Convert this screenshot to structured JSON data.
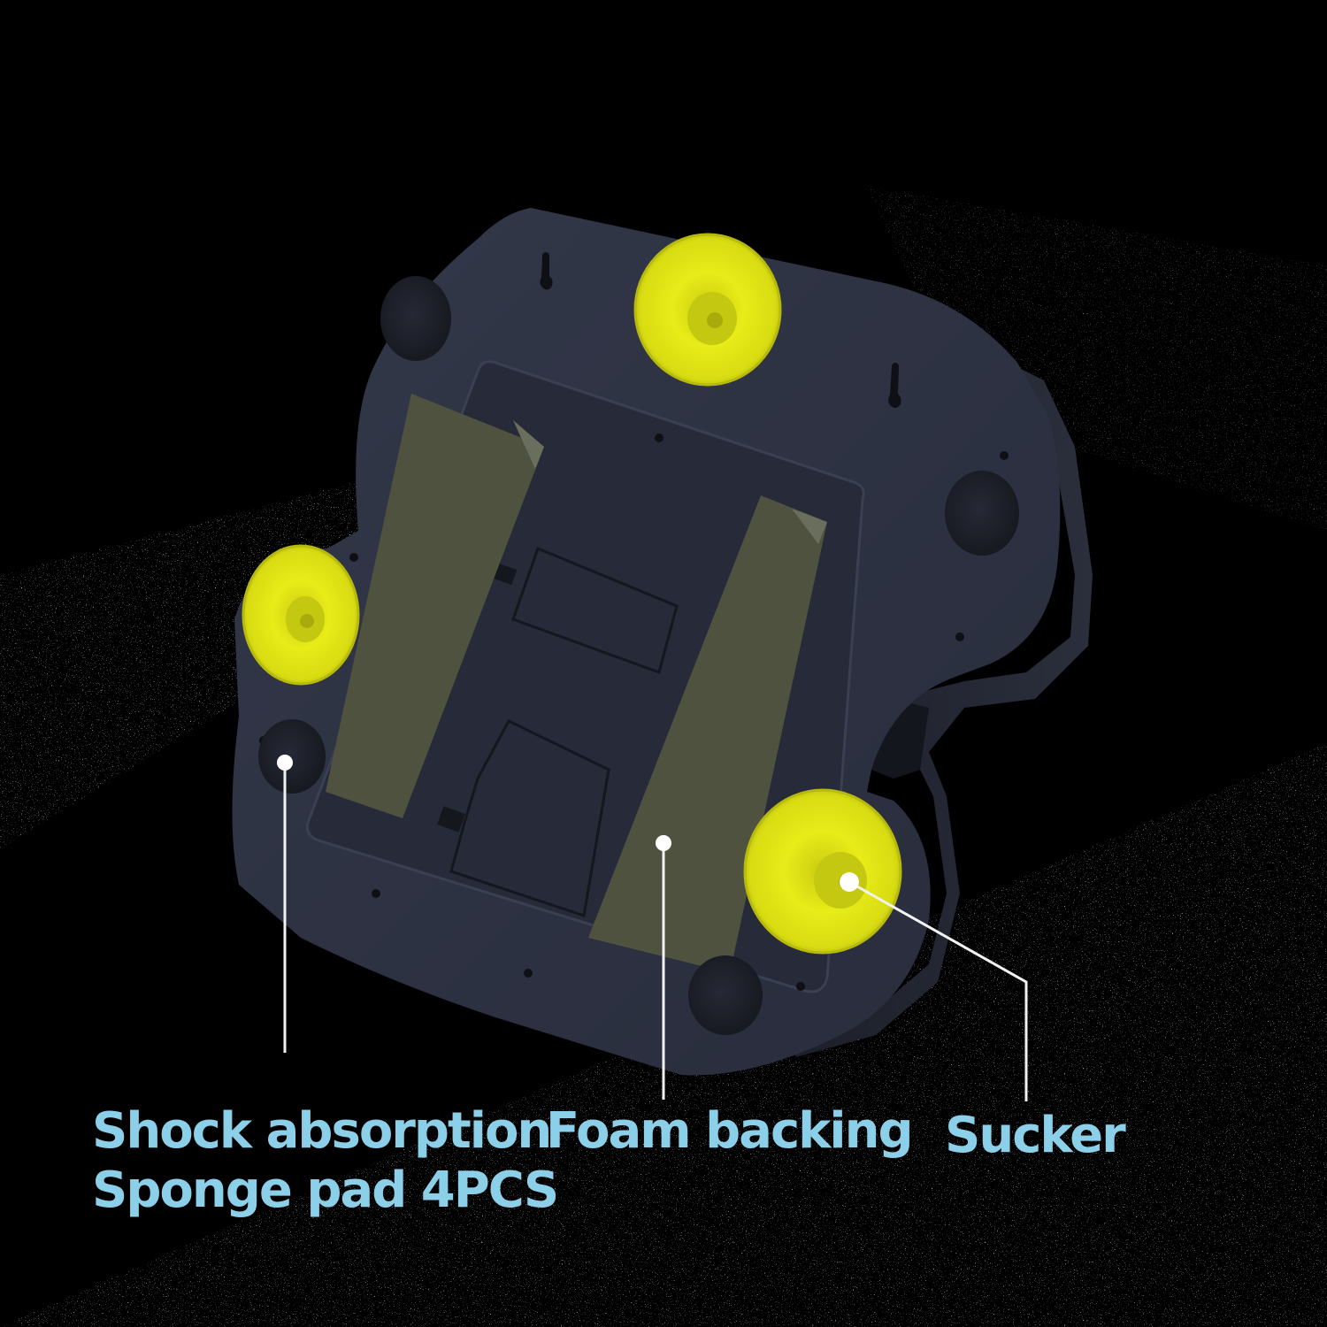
{
  "labels": {
    "shock_line1": "Shock absorption",
    "shock_line2": "Sponge pad 4PCS",
    "foam": "Foam backing",
    "sucker": "Sucker"
  },
  "colors": {
    "background": "#000000",
    "base_body": "#2d3141",
    "recess_panel": "#252938",
    "foam_strip": "#4e523f",
    "sucker_yellow": "#e7ea15",
    "pad": "#1b1d27",
    "label_text": "#8ccfe8",
    "callout_line": "#f2f2f2"
  }
}
